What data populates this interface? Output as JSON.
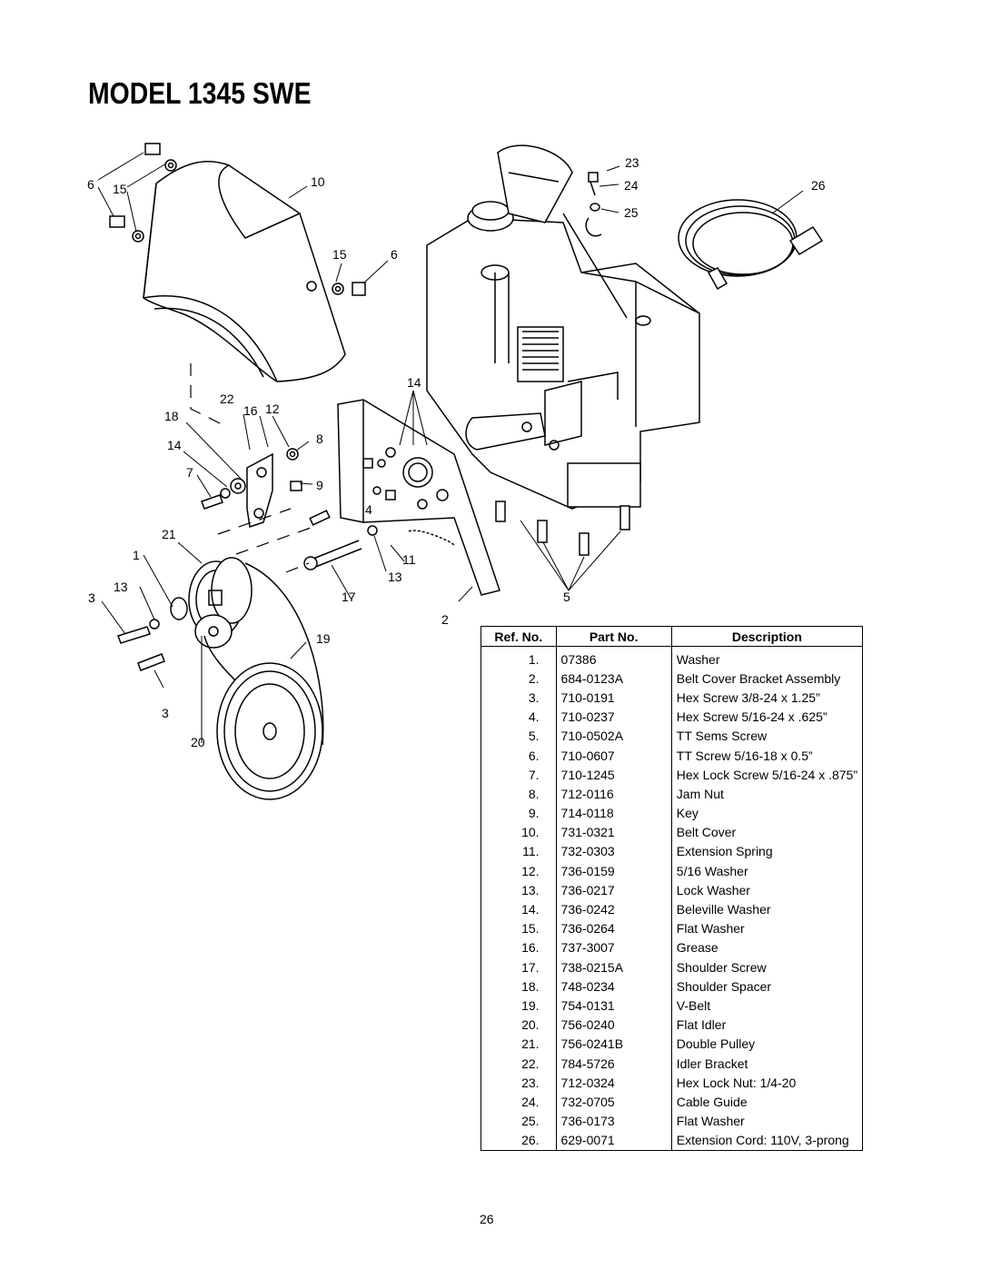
{
  "page": {
    "title": "MODEL 1345 SWE",
    "page_number": "26"
  },
  "diagram": {
    "callouts": [
      "6",
      "15",
      "10",
      "15",
      "6",
      "23",
      "24",
      "25",
      "26",
      "14",
      "22",
      "16",
      "12",
      "18",
      "14",
      "8",
      "7",
      "9",
      "4",
      "21",
      "1",
      "11",
      "13",
      "13",
      "3",
      "17",
      "5",
      "2",
      "19",
      "3",
      "20"
    ]
  },
  "table": {
    "headers": {
      "ref": "Ref. No.",
      "part": "Part No.",
      "description": "Description"
    },
    "rows": [
      {
        "ref": "1.",
        "part": "07386",
        "description": "Washer"
      },
      {
        "ref": "2.",
        "part": "684-0123A",
        "description": "Belt Cover Bracket Assembly"
      },
      {
        "ref": "3.",
        "part": "710-0191",
        "description": "Hex Screw 3/8-24 x 1.25”"
      },
      {
        "ref": "4.",
        "part": "710-0237",
        "description": "Hex Screw 5/16-24 x .625”"
      },
      {
        "ref": "5.",
        "part": "710-0502A",
        "description": "TT Sems Screw"
      },
      {
        "ref": "6.",
        "part": "710-0607",
        "description": "TT Screw 5/16-18 x 0.5”"
      },
      {
        "ref": "7.",
        "part": "710-1245",
        "description": "Hex Lock Screw 5/16-24 x .875”"
      },
      {
        "ref": "8.",
        "part": "712-0116",
        "description": "Jam Nut"
      },
      {
        "ref": "9.",
        "part": "714-0118",
        "description": "Key"
      },
      {
        "ref": "10.",
        "part": "731-0321",
        "description": "Belt Cover"
      },
      {
        "ref": "11.",
        "part": "732-0303",
        "description": "Extension Spring"
      },
      {
        "ref": "12.",
        "part": "736-0159",
        "description": "5/16 Washer"
      },
      {
        "ref": "13.",
        "part": "736-0217",
        "description": "Lock Washer"
      },
      {
        "ref": "14.",
        "part": "736-0242",
        "description": "Beleville Washer"
      },
      {
        "ref": "15.",
        "part": "736-0264",
        "description": "Flat Washer"
      },
      {
        "ref": "16.",
        "part": "737-3007",
        "description": "Grease"
      },
      {
        "ref": "17.",
        "part": "738-0215A",
        "description": "Shoulder Screw"
      },
      {
        "ref": "18.",
        "part": "748-0234",
        "description": "Shoulder Spacer"
      },
      {
        "ref": "19.",
        "part": "754-0131",
        "description": "V-Belt"
      },
      {
        "ref": "20.",
        "part": "756-0240",
        "description": "Flat Idler"
      },
      {
        "ref": "21.",
        "part": "756-0241B",
        "description": "Double Pulley"
      },
      {
        "ref": "22.",
        "part": "784-5726",
        "description": "Idler Bracket"
      },
      {
        "ref": "23.",
        "part": "712-0324",
        "description": "Hex Lock Nut: 1/4-20"
      },
      {
        "ref": "24.",
        "part": "732-0705",
        "description": "Cable Guide"
      },
      {
        "ref": "25.",
        "part": "736-0173",
        "description": "Flat Washer"
      },
      {
        "ref": "26.",
        "part": "629-0071",
        "description": "Extension Cord: 110V, 3-prong"
      }
    ]
  }
}
